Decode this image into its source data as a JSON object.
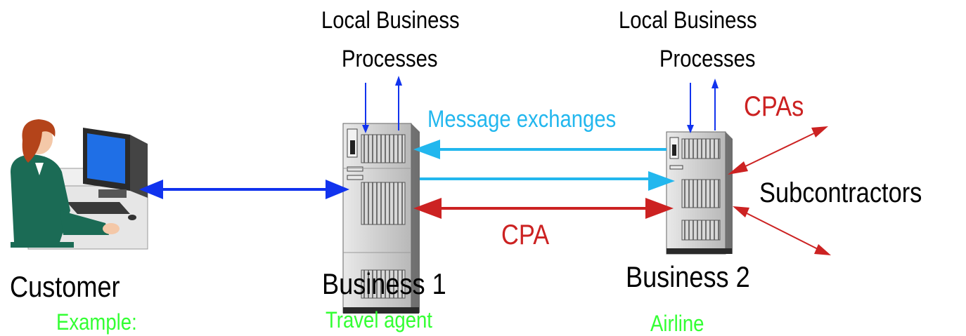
{
  "labels": {
    "lbp_left_line1": "Local Business",
    "lbp_left_line2": "Processes",
    "lbp_right_line1": "Local Business",
    "lbp_right_line2": "Processes",
    "message_exchanges": "Message exchanges",
    "cpas": "CPAs",
    "cpa": "CPA",
    "subcontractors": "Subcontractors",
    "customer": "Customer",
    "business1": "Business 1",
    "business2": "Business 2",
    "example": "Example:",
    "travel_agent": "Travel agent",
    "airline": "Airline"
  },
  "colors": {
    "blue_arrow": "#1133ee",
    "cyan_arrow": "#22b7ee",
    "red_arrow": "#cc2222",
    "green_text": "#33ff33"
  }
}
